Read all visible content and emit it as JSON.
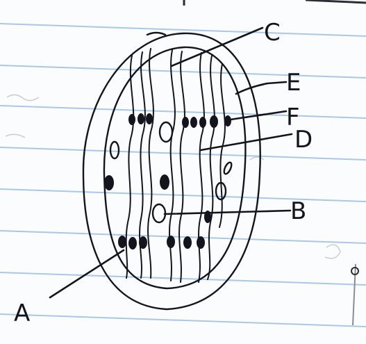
{
  "labels": {
    "a": "A",
    "b": "B",
    "c": "C",
    "d": "D",
    "e": "E",
    "f": "F"
  },
  "colors": {
    "paper": "#fbfcfd",
    "ruled_line": "#a9c7e6",
    "ink": "#14141e",
    "faint_bleed": "#b9b9bc"
  }
}
